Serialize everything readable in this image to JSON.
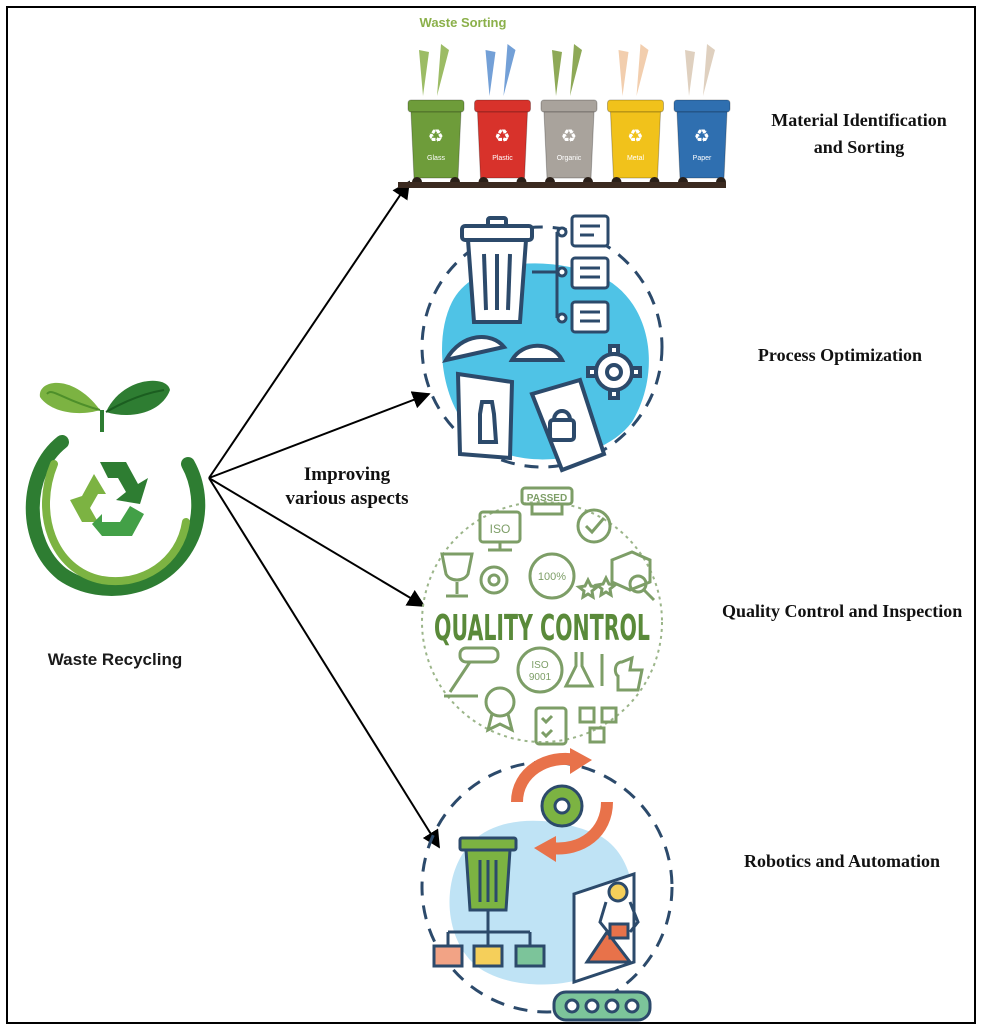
{
  "source": {
    "label": "Waste Recycling",
    "icon": "recycle-leaf-icon"
  },
  "connector_label_line1": "Improving",
  "connector_label_line2": "various aspects",
  "bins_caption": "Waste Sorting",
  "bins": [
    {
      "label": "Glass",
      "color": "#6e9c3a"
    },
    {
      "label": "Plastic",
      "color": "#d8322b"
    },
    {
      "label": "Organic",
      "color": "#a9a39c"
    },
    {
      "label": "Metal",
      "color": "#f1c21b"
    },
    {
      "label": "Paper",
      "color": "#2f6fb0"
    }
  ],
  "aspects": [
    {
      "line1": "Material Identification",
      "line2": "and Sorting"
    },
    {
      "line1": "Process Optimization",
      "line2": ""
    },
    {
      "line1": "Quality Control and Inspection",
      "line2": ""
    },
    {
      "line1": "Robotics and Automation",
      "line2": ""
    }
  ],
  "quality_badge": {
    "title": "QUALITY CONTROL",
    "iso": "ISO",
    "passed": "PASSED",
    "percent": "100%",
    "iso_9001_a": "ISO",
    "iso_9001_b": "9001"
  },
  "colors": {
    "arrow": "#000000",
    "leaf_dark": "#2e7d32",
    "leaf_light": "#7cb342",
    "quality_green": "#5a8a3a",
    "splash_blue": "#4fc3e6"
  }
}
